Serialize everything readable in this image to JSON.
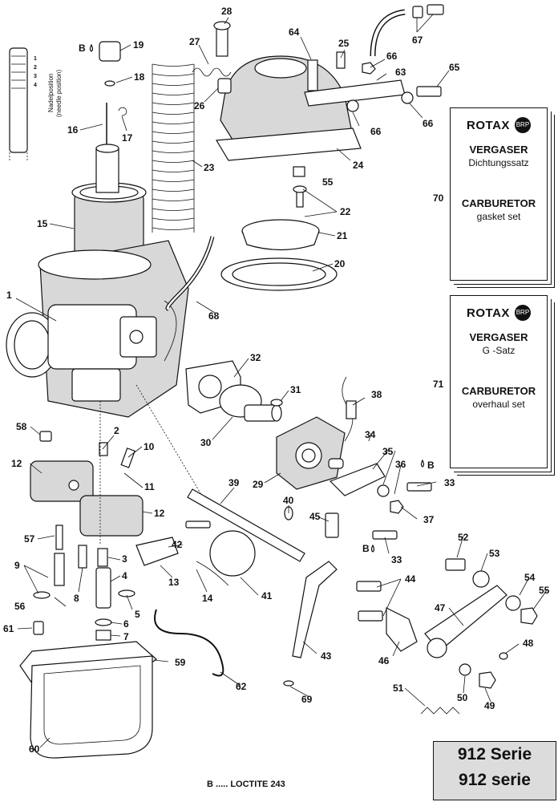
{
  "callouts": [
    {
      "id": "1",
      "label": "1"
    },
    {
      "id": "2",
      "label": "2"
    },
    {
      "id": "3",
      "label": "3"
    },
    {
      "id": "4",
      "label": "4"
    },
    {
      "id": "5",
      "label": "5"
    },
    {
      "id": "6",
      "label": "6"
    },
    {
      "id": "7",
      "label": "7"
    },
    {
      "id": "8",
      "label": "8"
    },
    {
      "id": "9",
      "label": "9"
    },
    {
      "id": "10",
      "label": "10"
    },
    {
      "id": "11",
      "label": "11"
    },
    {
      "id": "12a",
      "label": "12"
    },
    {
      "id": "12b",
      "label": "12"
    },
    {
      "id": "13",
      "label": "13"
    },
    {
      "id": "14",
      "label": "14"
    },
    {
      "id": "15",
      "label": "15"
    },
    {
      "id": "16",
      "label": "16"
    },
    {
      "id": "17",
      "label": "17"
    },
    {
      "id": "18",
      "label": "18"
    },
    {
      "id": "19",
      "label": "19"
    },
    {
      "id": "20",
      "label": "20"
    },
    {
      "id": "21",
      "label": "21"
    },
    {
      "id": "22",
      "label": "22"
    },
    {
      "id": "23",
      "label": "23"
    },
    {
      "id": "24",
      "label": "24"
    },
    {
      "id": "25",
      "label": "25"
    },
    {
      "id": "26",
      "label": "26"
    },
    {
      "id": "27",
      "label": "27"
    },
    {
      "id": "28",
      "label": "28"
    },
    {
      "id": "29",
      "label": "29"
    },
    {
      "id": "30",
      "label": "30"
    },
    {
      "id": "31",
      "label": "31"
    },
    {
      "id": "32",
      "label": "32"
    },
    {
      "id": "33a",
      "label": "33"
    },
    {
      "id": "33b",
      "label": "33"
    },
    {
      "id": "34",
      "label": "34"
    },
    {
      "id": "35",
      "label": "35"
    },
    {
      "id": "36",
      "label": "36"
    },
    {
      "id": "37",
      "label": "37"
    },
    {
      "id": "38",
      "label": "38"
    },
    {
      "id": "39",
      "label": "39"
    },
    {
      "id": "40",
      "label": "40"
    },
    {
      "id": "41",
      "label": "41"
    },
    {
      "id": "42",
      "label": "42"
    },
    {
      "id": "43",
      "label": "43"
    },
    {
      "id": "44",
      "label": "44"
    },
    {
      "id": "45",
      "label": "45"
    },
    {
      "id": "46",
      "label": "46"
    },
    {
      "id": "47",
      "label": "47"
    },
    {
      "id": "48",
      "label": "48"
    },
    {
      "id": "49",
      "label": "49"
    },
    {
      "id": "50",
      "label": "50"
    },
    {
      "id": "51",
      "label": "51"
    },
    {
      "id": "52",
      "label": "52"
    },
    {
      "id": "53",
      "label": "53"
    },
    {
      "id": "54",
      "label": "54"
    },
    {
      "id": "55a",
      "label": "55"
    },
    {
      "id": "55b",
      "label": "55"
    },
    {
      "id": "56",
      "label": "56"
    },
    {
      "id": "57",
      "label": "57"
    },
    {
      "id": "58",
      "label": "58"
    },
    {
      "id": "59",
      "label": "59"
    },
    {
      "id": "60",
      "label": "60"
    },
    {
      "id": "61",
      "label": "61"
    },
    {
      "id": "62",
      "label": "62"
    },
    {
      "id": "63",
      "label": "63"
    },
    {
      "id": "64",
      "label": "64"
    },
    {
      "id": "65",
      "label": "65"
    },
    {
      "id": "66a",
      "label": "66"
    },
    {
      "id": "66b",
      "label": "66"
    },
    {
      "id": "66c",
      "label": "66"
    },
    {
      "id": "67",
      "label": "67"
    },
    {
      "id": "68",
      "label": "68"
    },
    {
      "id": "69",
      "label": "69"
    }
  ],
  "loctite_marks": [
    "B",
    "B",
    "B"
  ],
  "needle_position": {
    "title": "Nadelposition",
    "subtitle": "(needle position)",
    "positions": [
      "1",
      "2",
      "3",
      "4"
    ]
  },
  "kits": [
    {
      "number": "70",
      "brand": "ROTAX",
      "emblem": "BRP",
      "de_title": "VERGASER",
      "de_sub": "Dichtungssatz",
      "en_title": "CARBURETOR",
      "en_sub": "gasket set"
    },
    {
      "number": "71",
      "brand": "ROTAX",
      "emblem": "BRP",
      "de_title": "VERGASER",
      "de_sub": "G  -Satz",
      "en_title": "CARBURETOR",
      "en_sub": "overhaul set"
    }
  ],
  "series": [
    "912 Serie",
    "912 serie"
  ],
  "legend_note": "B ..... LOCTITE 243"
}
